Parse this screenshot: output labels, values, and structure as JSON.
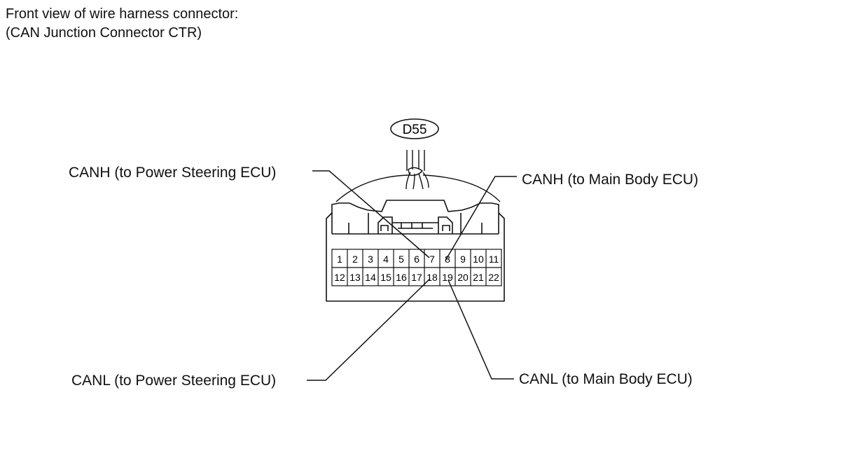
{
  "header": {
    "line1": "Front view of wire harness connector:",
    "line2": "(CAN Junction Connector CTR)"
  },
  "connector": {
    "code": "D55",
    "pins_row1": [
      "1",
      "2",
      "3",
      "4",
      "5",
      "6",
      "7",
      "8",
      "9",
      "10",
      "11"
    ],
    "pins_row2": [
      "12",
      "13",
      "14",
      "15",
      "16",
      "17",
      "18",
      "19",
      "20",
      "21",
      "22"
    ]
  },
  "callouts": {
    "canh_ps": "CANH (to Power Steering ECU)",
    "canh_mb": "CANH (to Main Body ECU)",
    "canl_ps": "CANL (to Power Steering ECU)",
    "canl_mb": "CANL (to Main Body ECU)"
  }
}
